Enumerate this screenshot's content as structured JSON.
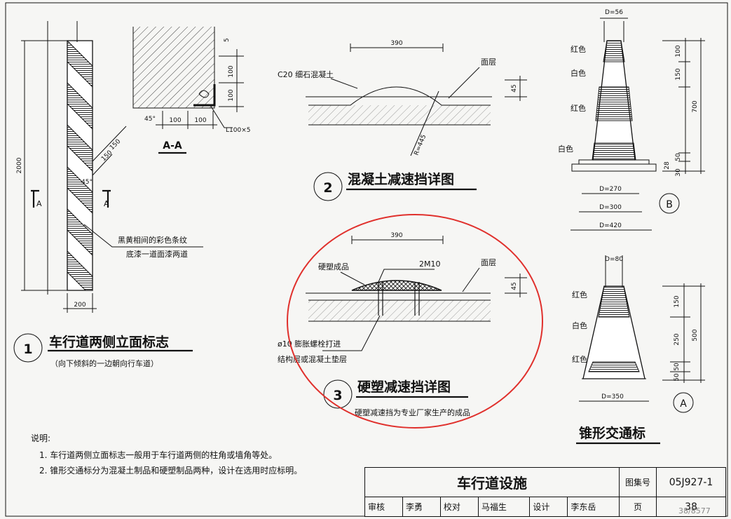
{
  "colors": {
    "line": "#111111",
    "paper": "#f6f6f4",
    "annotation": "#e0302c"
  },
  "fig1": {
    "num": "1",
    "title": "车行道两侧立面标志",
    "subtitle": "（向下倾斜的一边朝向行车道）",
    "dim_h": "2000",
    "dim_w": "200",
    "dim_45": "45°",
    "dim_150a": "150",
    "dim_150b": "150",
    "sec_l": "A",
    "sec_r": "A",
    "note1": "黑黄相间的彩色条纹",
    "note2": "底漆一道面漆两道"
  },
  "section": {
    "title": "A-A",
    "dim_t": "5",
    "dim_v1": "100",
    "dim_v2": "100",
    "dim_h1": "100",
    "dim_h2": "100",
    "angle_lbl": "L100×5",
    "dim_45": "45°"
  },
  "fig2": {
    "num": "2",
    "title": "混凝土减速挡详图",
    "dim_top": "390",
    "mat": "C20 细石混凝土",
    "surface": "面层",
    "dim_45": "45",
    "radius": "R=445"
  },
  "fig3": {
    "num": "3",
    "title": "硬塑减速挡详图",
    "subtitle": "硬塑减速挡为专业厂家生产的成品",
    "dim_top": "390",
    "product": "硬塑成品",
    "bolt": "2M10",
    "surface": "面层",
    "dim_45": "45",
    "note1": "ø10 膨胀螺栓打进",
    "note2": "结构层或混凝土垫层"
  },
  "coneB": {
    "letter": "B",
    "d_top": "D=56",
    "red": "红色",
    "white": "白色",
    "dims_r": [
      "100",
      "150",
      "700",
      "50",
      "28",
      "30"
    ],
    "d1": "D=270",
    "d2": "D=300",
    "d3": "D=420"
  },
  "coneA": {
    "letter": "A",
    "d_top": "D=80",
    "red": "红色",
    "white": "白色",
    "dims_r": [
      "150",
      "250",
      "500",
      "50",
      "50"
    ],
    "d1": "D=350"
  },
  "cone_title": "锥形交通标",
  "notes": {
    "head": "说明:",
    "items": [
      "1. 车行道两侧立面标志一般用于车行道两侧的柱角或墙角等处。",
      "2. 锥形交通标分为混凝土制品和硬塑制品两种，设计在选用时应标明。"
    ]
  },
  "titleblock": {
    "name": "车行道设施",
    "atlas_lbl": "图集号",
    "atlas": "05J927-1",
    "review": "审核",
    "reviewer": "李勇",
    "check": "校对",
    "checker": "马福生",
    "design": "设计",
    "designer": "李东岳",
    "page_lbl": "页",
    "page": "38",
    "corner": "38/8577"
  }
}
